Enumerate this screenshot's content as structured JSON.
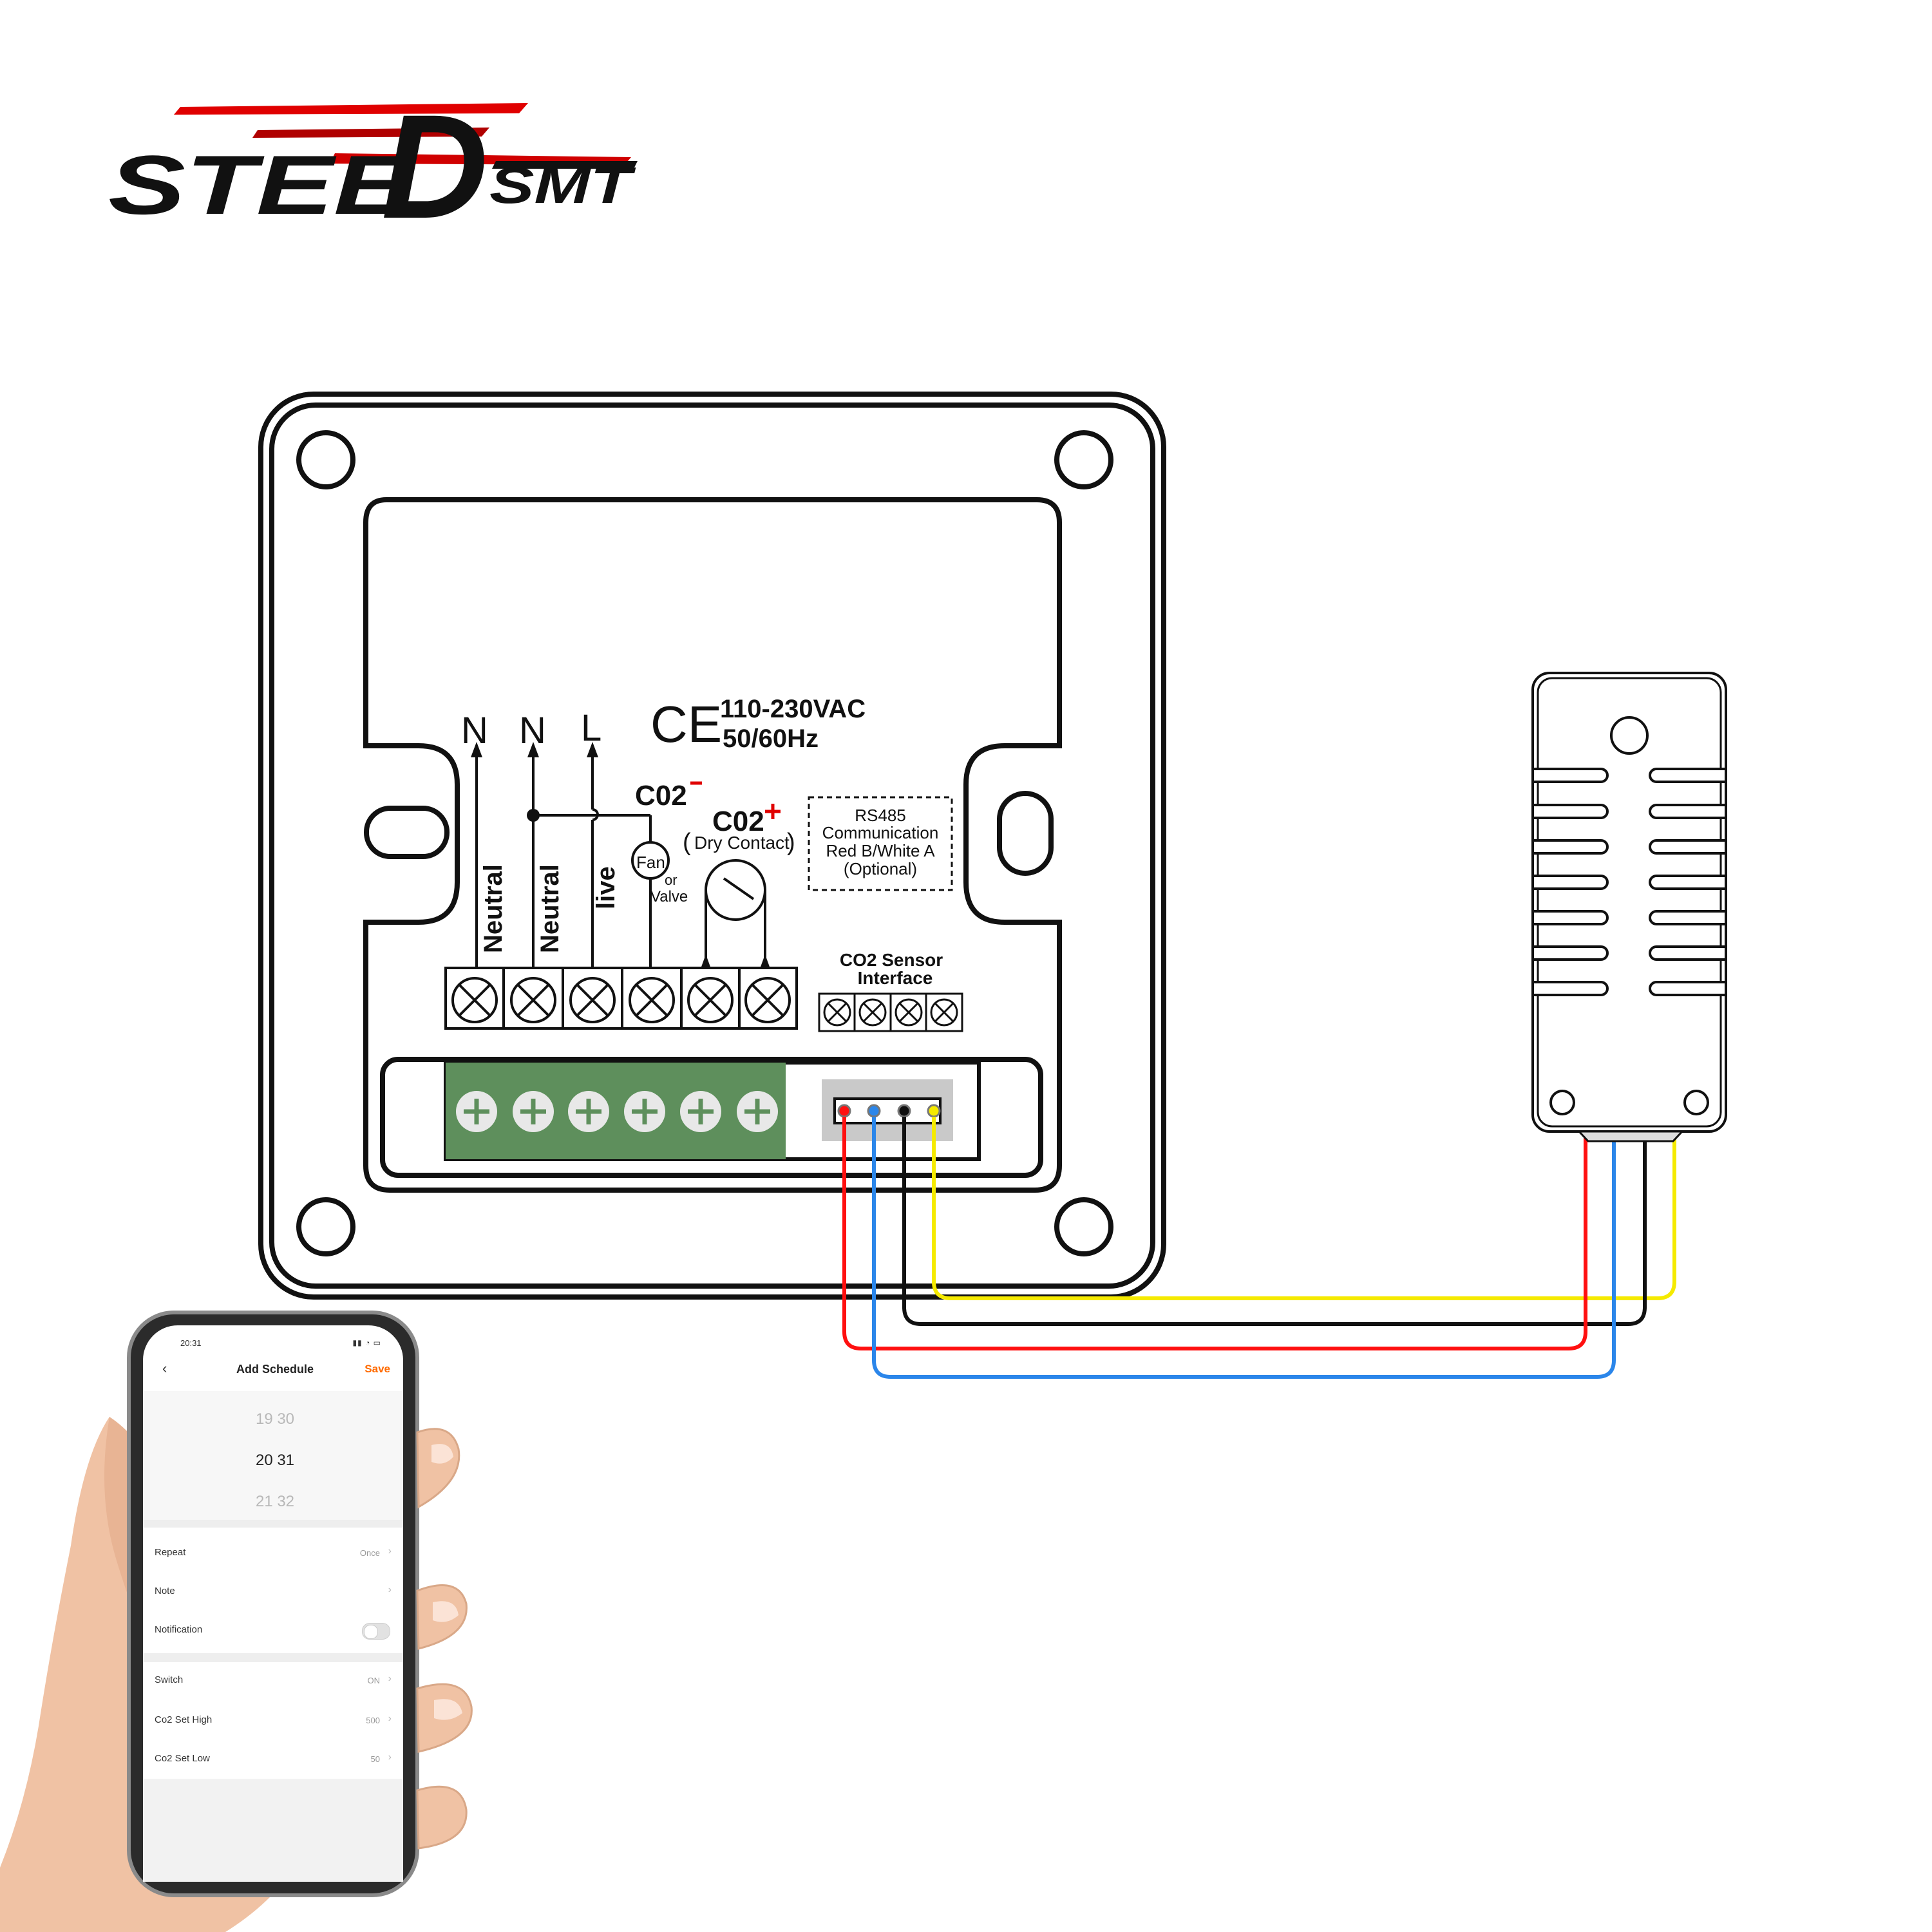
{
  "brand": {
    "name_left": "STEE",
    "letter": "D",
    "name_right": "SMT"
  },
  "colors": {
    "red": "#ff1010",
    "blue": "#2b86ea",
    "black": "#111111",
    "yellow": "#f5ea00",
    "terminal_green": "#5e8f5c",
    "accent_orange": "#ff6a00"
  },
  "thermostat": {
    "power_rating": "110-230VAC",
    "frequency": "50/60Hz",
    "ce_mark": "CE",
    "terminal_letters": [
      "N",
      "N",
      "L"
    ],
    "terminal_labels": [
      "Neutral",
      "Neutral",
      "live"
    ],
    "load_label_1": "Fan",
    "load_label_2": "or",
    "load_label_3": "Valve",
    "co2_minus": "C02",
    "co2_plus": "C02",
    "dry_contact": "Dry Contact",
    "rs485_lines": [
      "RS485",
      "Communication",
      "Red B/White A",
      "(Optional)"
    ],
    "sensor_interface_lines": [
      "CO2 Sensor",
      "Interface"
    ]
  },
  "phone": {
    "status_time": "20:31",
    "title": "Add Schedule",
    "save_label": "Save",
    "picker": {
      "prev": "19  30",
      "current": "20  31",
      "next": "21  32"
    },
    "rows": [
      {
        "label": "Repeat",
        "value": "Once"
      },
      {
        "label": "Note",
        "value": ""
      },
      {
        "label": "Notification",
        "toggle": "off"
      },
      {
        "label": "Switch",
        "value": "ON"
      },
      {
        "label": "Co2 Set High",
        "value": "500"
      },
      {
        "label": "Co2 Set Low",
        "value": "50"
      }
    ]
  }
}
